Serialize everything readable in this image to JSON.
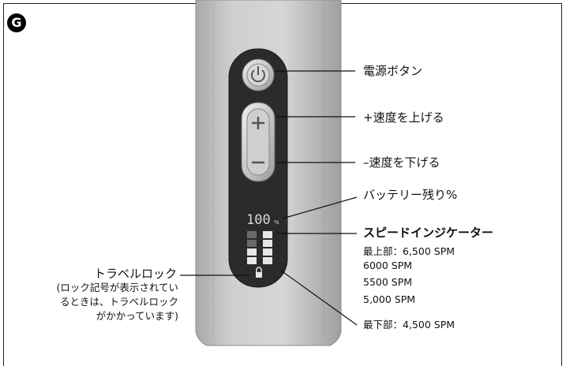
{
  "badge": "G",
  "labels": {
    "power": "電源ボタン",
    "speed_up": "+速度を上げる",
    "speed_down": "–速度を下げる",
    "battery": "バッテリー残り%",
    "speed_indicator": "スピードインジケーター"
  },
  "speed_levels": [
    "最上部：6,500 SPM",
    "6000 SPM",
    "5500 SPM",
    "5,000 SPM",
    "最下部：4,500 SPM"
  ],
  "travel_lock": {
    "label": "トラベルロック",
    "note_lines": [
      "(ロック記号が表示されてい",
      "るときは、トラベルロック",
      "がかかっています)"
    ]
  },
  "display": {
    "battery_value": "100",
    "battery_unit": "%"
  },
  "colors": {
    "body_light": "#d2d2d2",
    "body_mid": "#b9b9b9",
    "panel": "#2b2b2b",
    "led_on": "#e6e6e6",
    "led_off": "#6a6a6a"
  }
}
